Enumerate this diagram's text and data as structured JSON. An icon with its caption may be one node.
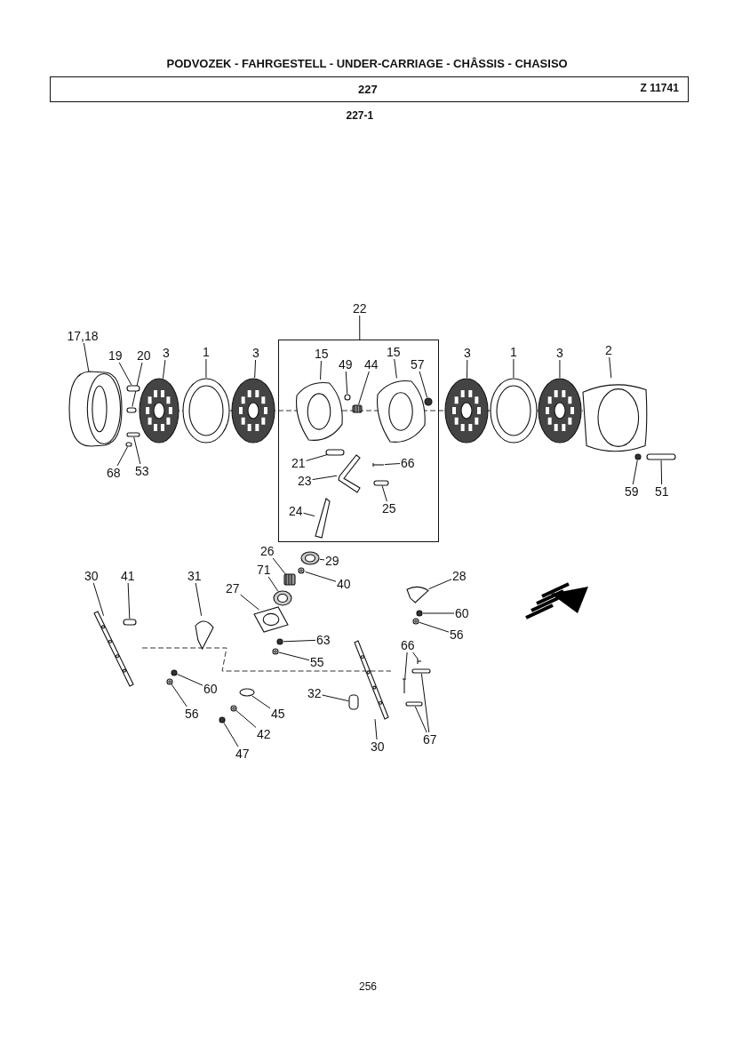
{
  "diagram": {
    "title": "PODVOZEK - FAHRGESTELL - UNDER-CARRIAGE - CHÂSSIS - CHASISO",
    "nodes": [
      {
        "text": [
          "17,18"
        ]
      },
      {
        "text": [
          "19"
        ]
      },
      {
        "text": [
          "20"
        ]
      },
      {
        "text": [
          "3"
        ]
      },
      {
        "text": [
          "1"
        ]
      },
      {
        "text": [
          "3"
        ]
      },
      {
        "text": [],
        "shape": "box"
      },
      {
        "text": [
          "22"
        ]
      },
      {
        "text": [
          "15"
        ],
        "in": 6
      },
      {
        "text": [
          "49"
        ],
        "in": 6
      },
      {
        "text": [
          "44"
        ],
        "in": 6
      },
      {
        "text": [
          "15"
        ],
        "in": 6
      },
      {
        "text": [
          "57"
        ],
        "in": 6
      },
      {
        "text": [
          "21"
        ],
        "in": 6
      },
      {
        "text": [
          "66"
        ],
        "in": 6
      },
      {
        "text": [
          "23"
        ],
        "in": 6
      },
      {
        "text": [
          "25"
        ],
        "in": 6
      },
      {
        "text": [
          "24"
        ],
        "in": 6
      },
      {
        "text": [
          "3"
        ]
      },
      {
        "text": [
          "1"
        ]
      },
      {
        "text": [
          "3"
        ]
      },
      {
        "text": [
          "2"
        ]
      },
      {
        "text": [
          "59"
        ]
      },
      {
        "text": [
          "51"
        ]
      },
      {
        "text": [
          "53"
        ]
      },
      {
        "text": [
          "68"
        ]
      },
      {
        "text": [
          "26"
        ]
      },
      {
        "text": [
          "29"
        ]
      },
      {
        "text": [
          "71"
        ]
      },
      {
        "text": [
          "40"
        ]
      },
      {
        "text": [
          "27"
        ]
      },
      {
        "text": [
          "31"
        ]
      },
      {
        "text": [
          "30"
        ]
      },
      {
        "text": [
          "41"
        ]
      },
      {
        "text": [
          "28"
        ]
      },
      {
        "text": [
          "60"
        ]
      },
      {
        "text": [
          "56"
        ]
      },
      {
        "text": [
          "63"
        ]
      },
      {
        "text": [
          "55"
        ]
      },
      {
        "text": [
          "66"
        ]
      },
      {
        "text": [
          "60"
        ]
      },
      {
        "text": [
          "56"
        ]
      },
      {
        "text": [
          "45"
        ]
      },
      {
        "text": [
          "42"
        ]
      },
      {
        "text": [
          "47"
        ]
      },
      {
        "text": [
          "32"
        ]
      },
      {
        "text": [
          "30"
        ]
      },
      {
        "text": [
          "67"
        ]
      },
      {
        "text": [],
        "shape": "picture"
      },
      {
        "text": [],
        "shape": "bar"
      },
      {
        "text": [],
        "shape": "bar"
      },
      {
        "text": [],
        "shape": "picture"
      },
      {
        "text": [],
        "shape": "picture"
      },
      {
        "text": [],
        "shape": "picture"
      },
      {
        "text": [],
        "shape": "picture",
        "in": 6
      },
      {
        "text": [],
        "shape": "circle",
        "in": 6
      },
      {
        "text": [],
        "shape": "picture",
        "in": 6
      },
      {
        "text": [],
        "shape": "picture",
        "in": 6
      },
      {
        "text": [],
        "shape": "circle",
        "in": 6
      },
      {
        "text": [],
        "shape": "bar",
        "in": 6
      },
      {
        "text": [],
        "shape": "picture",
        "in": 6
      },
      {
        "text": [],
        "shape": "picture",
        "in": 6
      },
      {
        "text": [],
        "shape": "bar",
        "in": 6
      },
      {
        "text": [],
        "shape": "picture",
        "in": 6
      },
      {
        "text": [],
        "shape": "picture"
      },
      {
        "text": [],
        "shape": "picture"
      },
      {
        "text": [],
        "shape": "picture"
      },
      {
        "text": [],
        "shape": "picture"
      },
      {
        "text": [],
        "shape": "circle"
      },
      {
        "text": [],
        "shape": "bar"
      },
      {
        "text": [],
        "shape": "bar"
      },
      {
        "text": [],
        "shape": "bar"
      },
      {
        "text": [],
        "shape": "picture"
      },
      {
        "text": [],
        "shape": "picture"
      },
      {
        "text": [],
        "shape": "picture"
      },
      {
        "text": [],
        "shape": "circle"
      },
      {
        "text": [],
        "shape": "picture"
      },
      {
        "text": [],
        "shape": "picture"
      },
      {
        "text": [],
        "shape": "picture"
      },
      {
        "text": [],
        "shape": "bar"
      },
      {
        "text": [],
        "shape": "picture"
      },
      {
        "text": [],
        "shape": "circle"
      },
      {
        "text": [],
        "shape": "circle"
      },
      {
        "text": [],
        "shape": "circle"
      },
      {
        "text": [],
        "shape": "circle"
      },
      {
        "text": [],
        "shape": "picture"
      },
      {
        "text": [],
        "shape": "picture"
      },
      {
        "text": [],
        "shape": "circle"
      },
      {
        "text": [],
        "shape": "circle"
      },
      {
        "text": [],
        "shape": "circle"
      },
      {
        "text": [],
        "shape": "circle"
      },
      {
        "text": [],
        "shape": "circle"
      },
      {
        "text": [],
        "shape": "box"
      },
      {
        "text": [],
        "shape": "picture"
      },
      {
        "text": [],
        "shape": "bar"
      },
      {
        "text": [],
        "shape": "bar"
      }
    ],
    "edges": [
      {
        "from": 0,
        "to": 48,
        "arrow": "none"
      },
      {
        "from": 1,
        "to": 49,
        "arrow": "none"
      },
      {
        "from": 2,
        "to": 50,
        "arrow": "none"
      },
      {
        "from": 3,
        "to": 51,
        "arrow": "none"
      },
      {
        "from": 4,
        "to": 52,
        "arrow": "none"
      },
      {
        "from": 5,
        "to": 53,
        "arrow": "none"
      },
      {
        "from": 7,
        "to": 6,
        "arrow": "none"
      },
      {
        "from": 8,
        "to": 54,
        "arrow": "none"
      },
      {
        "from": 9,
        "to": 55,
        "arrow": "none"
      },
      {
        "from": 10,
        "to": 56,
        "arrow": "none"
      },
      {
        "from": 11,
        "to": 57,
        "arrow": "none"
      },
      {
        "from": 12,
        "to": 58,
        "arrow": "none"
      },
      {
        "from": 13,
        "to": 59,
        "arrow": "none"
      },
      {
        "from": 14,
        "to": 60,
        "arrow": "none"
      },
      {
        "from": 15,
        "to": 61,
        "arrow": "none"
      },
      {
        "from": 16,
        "to": 62,
        "arrow": "none"
      },
      {
        "from": 17,
        "to": 63,
        "arrow": "none"
      },
      {
        "from": 18,
        "to": 64,
        "arrow": "none"
      },
      {
        "from": 19,
        "to": 65,
        "arrow": "none"
      },
      {
        "from": 20,
        "to": 66,
        "arrow": "none"
      },
      {
        "from": 21,
        "to": 67,
        "arrow": "none"
      },
      {
        "from": 22,
        "to": 68,
        "arrow": "none"
      },
      {
        "from": 23,
        "to": 69,
        "arrow": "none"
      },
      {
        "from": 24,
        "to": 70,
        "arrow": "none"
      },
      {
        "from": 25,
        "to": 71,
        "arrow": "none"
      },
      {
        "from": 26,
        "to": 72,
        "arrow": "none"
      },
      {
        "from": 27,
        "to": 73,
        "arrow": "none"
      },
      {
        "from": 28,
        "to": 74,
        "arrow": "none"
      },
      {
        "from": 29,
        "to": 75,
        "arrow": "none"
      },
      {
        "from": 30,
        "to": 76,
        "arrow": "none"
      },
      {
        "from": 31,
        "to": 77,
        "arrow": "none"
      },
      {
        "from": 32,
        "to": 78,
        "arrow": "none"
      },
      {
        "from": 33,
        "to": 79,
        "arrow": "none"
      },
      {
        "from": 34,
        "to": 80,
        "arrow": "none"
      },
      {
        "from": 35,
        "to": 81,
        "arrow": "none"
      },
      {
        "from": 36,
        "to": 82,
        "arrow": "none"
      },
      {
        "from": 37,
        "to": 83,
        "arrow": "none"
      },
      {
        "from": 38,
        "to": 84,
        "arrow": "none"
      },
      {
        "from": 39,
        "to": 85,
        "arrow": "none"
      },
      {
        "from": 39,
        "to": 86,
        "arrow": "none"
      },
      {
        "from": 40,
        "to": 87,
        "arrow": "none"
      },
      {
        "from": 41,
        "to": 88,
        "arrow": "none"
      },
      {
        "from": 42,
        "to": 89,
        "arrow": "none"
      },
      {
        "from": 43,
        "to": 90,
        "arrow": "none"
      },
      {
        "from": 44,
        "to": 91,
        "arrow": "none"
      },
      {
        "from": 45,
        "to": 92,
        "arrow": "none"
      },
      {
        "from": 46,
        "to": 93,
        "arrow": "none"
      },
      {
        "from": 47,
        "to": 94,
        "arrow": "none"
      },
      {
        "from": 47,
        "to": 95,
        "arrow": "none"
      }
    ],
    "labels": [
      "227",
      "Z 11741",
      "227-1",
      "256"
    ]
  }
}
